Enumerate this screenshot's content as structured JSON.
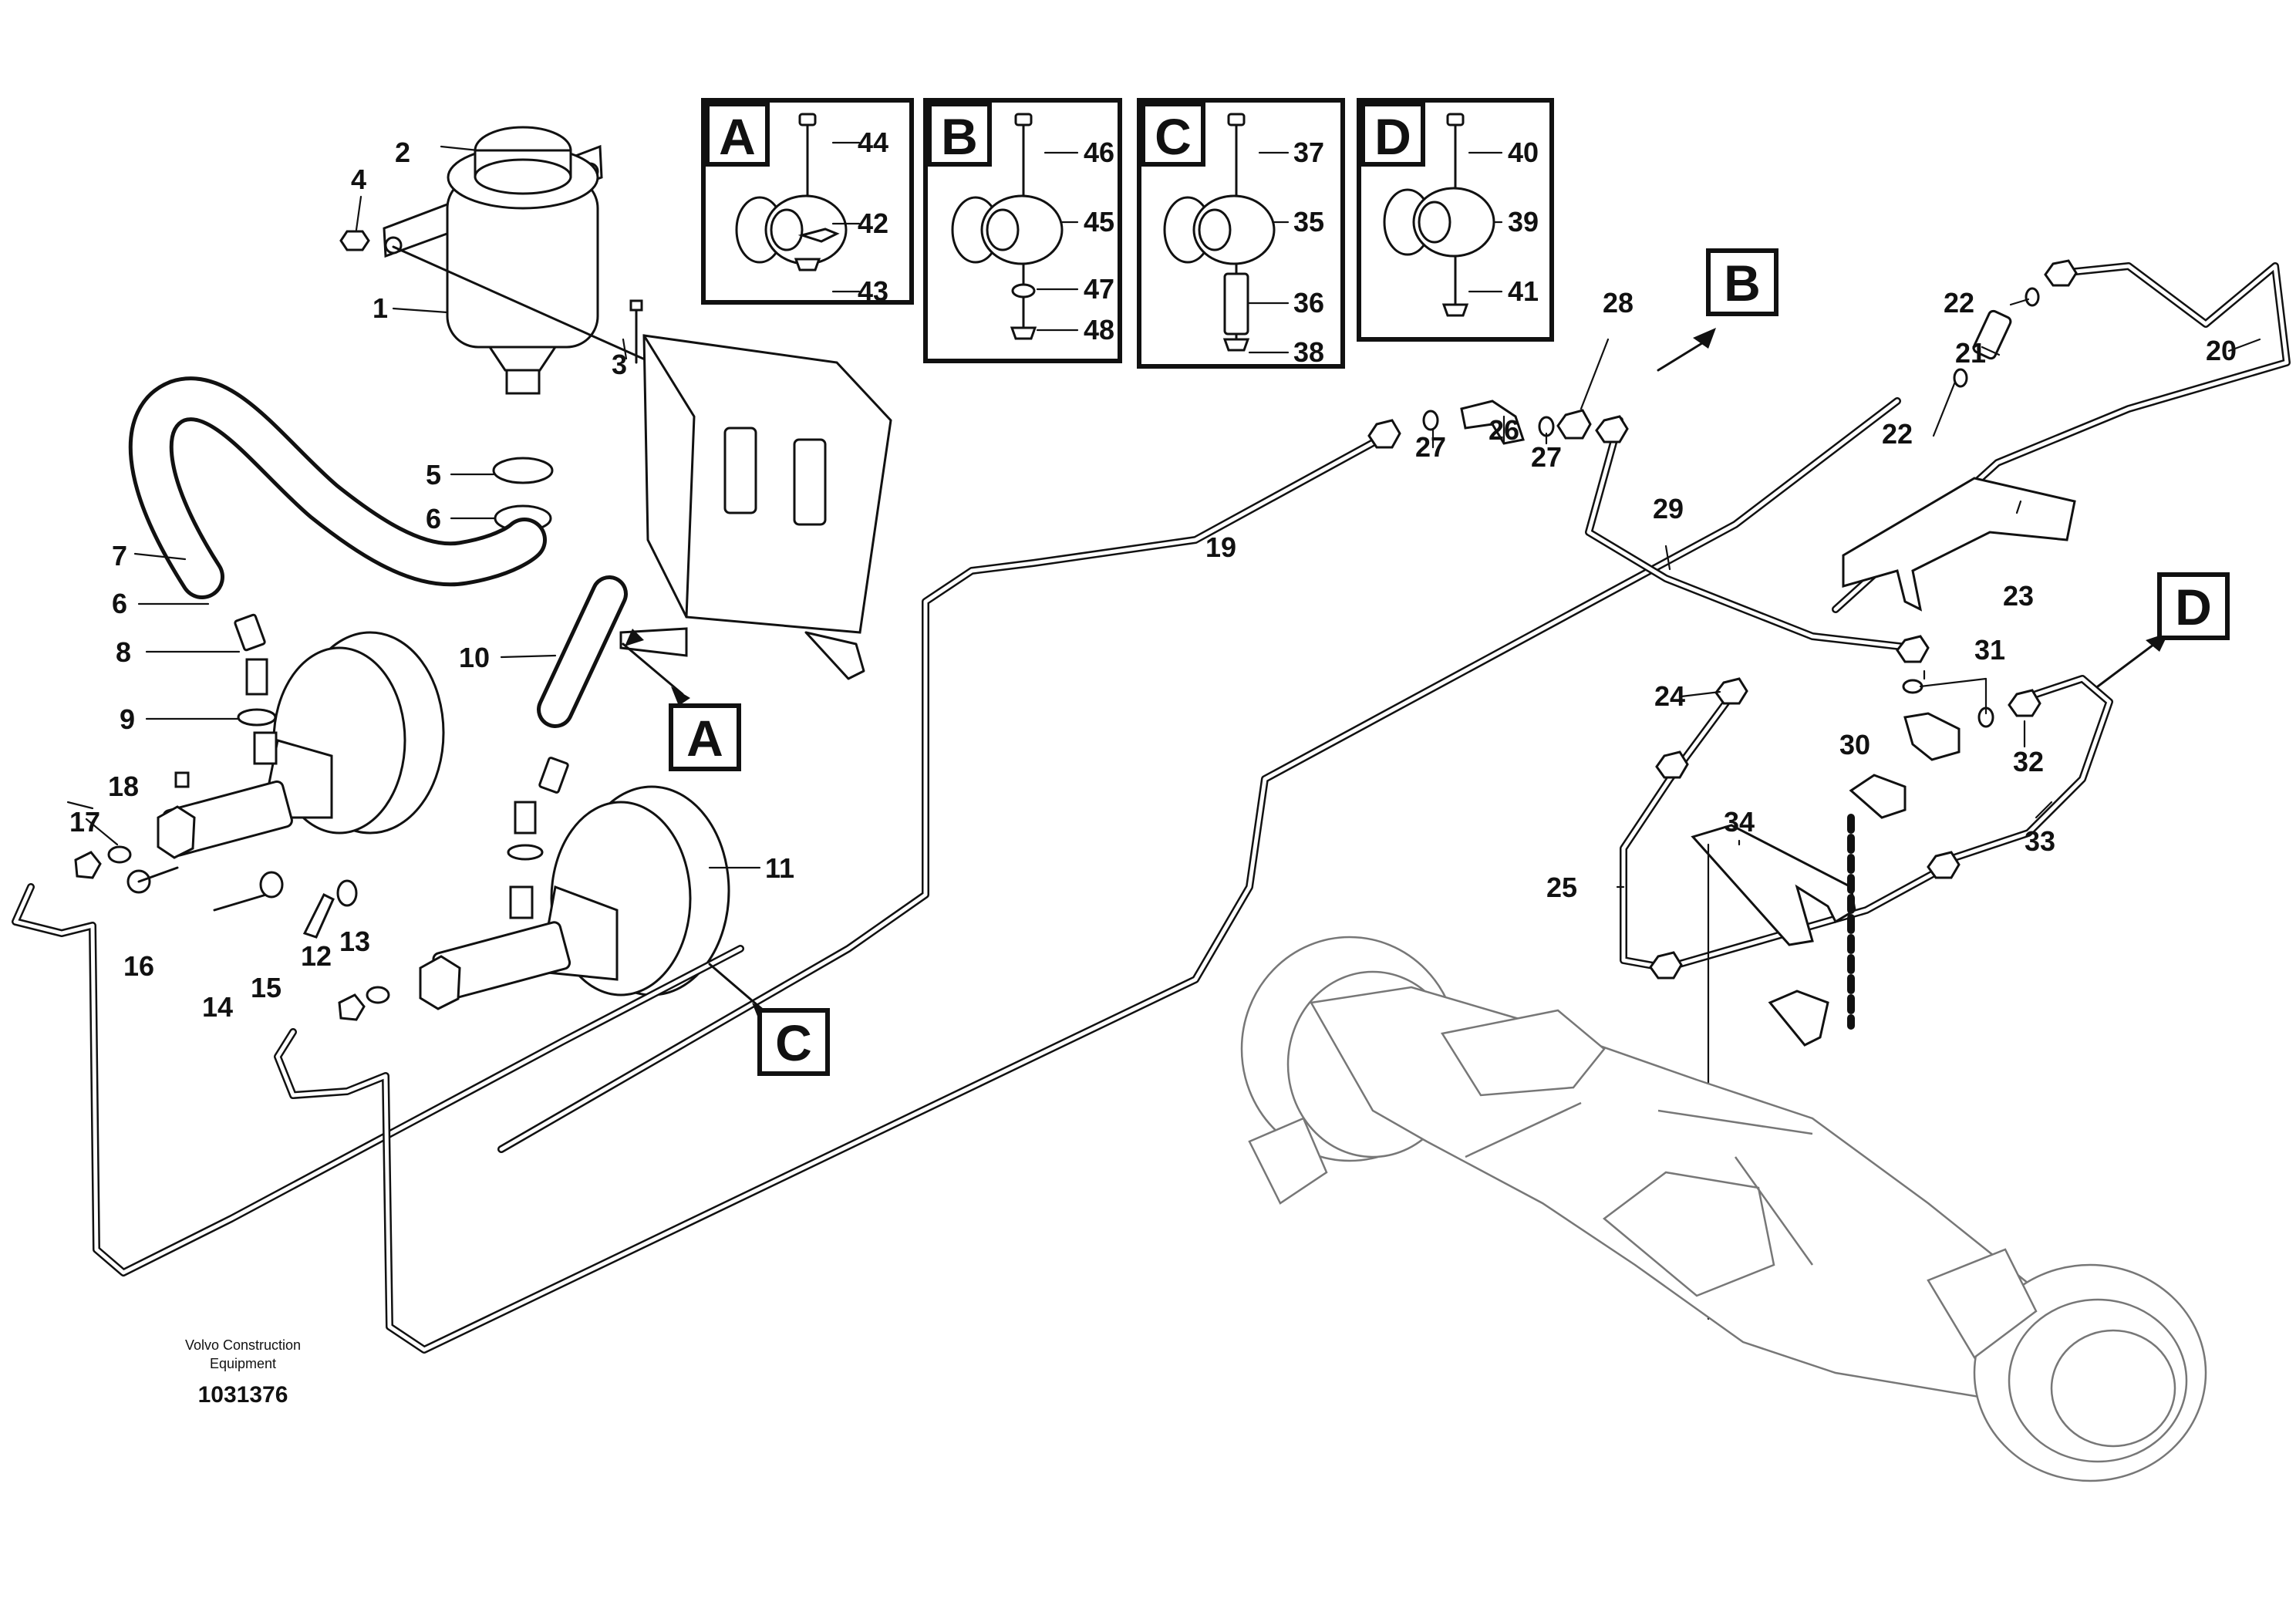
{
  "caption": {
    "company": "Volvo Construction Equipment",
    "drawing_number": "1031376"
  },
  "callouts": [
    "A",
    "B",
    "C",
    "D"
  ],
  "part_numbers": [
    "1",
    "2",
    "3",
    "4",
    "5",
    "6",
    "6",
    "7",
    "8",
    "9",
    "10",
    "11",
    "12",
    "13",
    "14",
    "15",
    "16",
    "17",
    "18",
    "19",
    "20",
    "21",
    "22",
    "22",
    "23",
    "24",
    "25",
    "26",
    "27",
    "27",
    "28",
    "29",
    "30",
    "31",
    "32",
    "33",
    "34",
    "35",
    "36",
    "37",
    "38",
    "39",
    "40",
    "41",
    "42",
    "43",
    "44",
    "45",
    "46",
    "47",
    "48"
  ]
}
